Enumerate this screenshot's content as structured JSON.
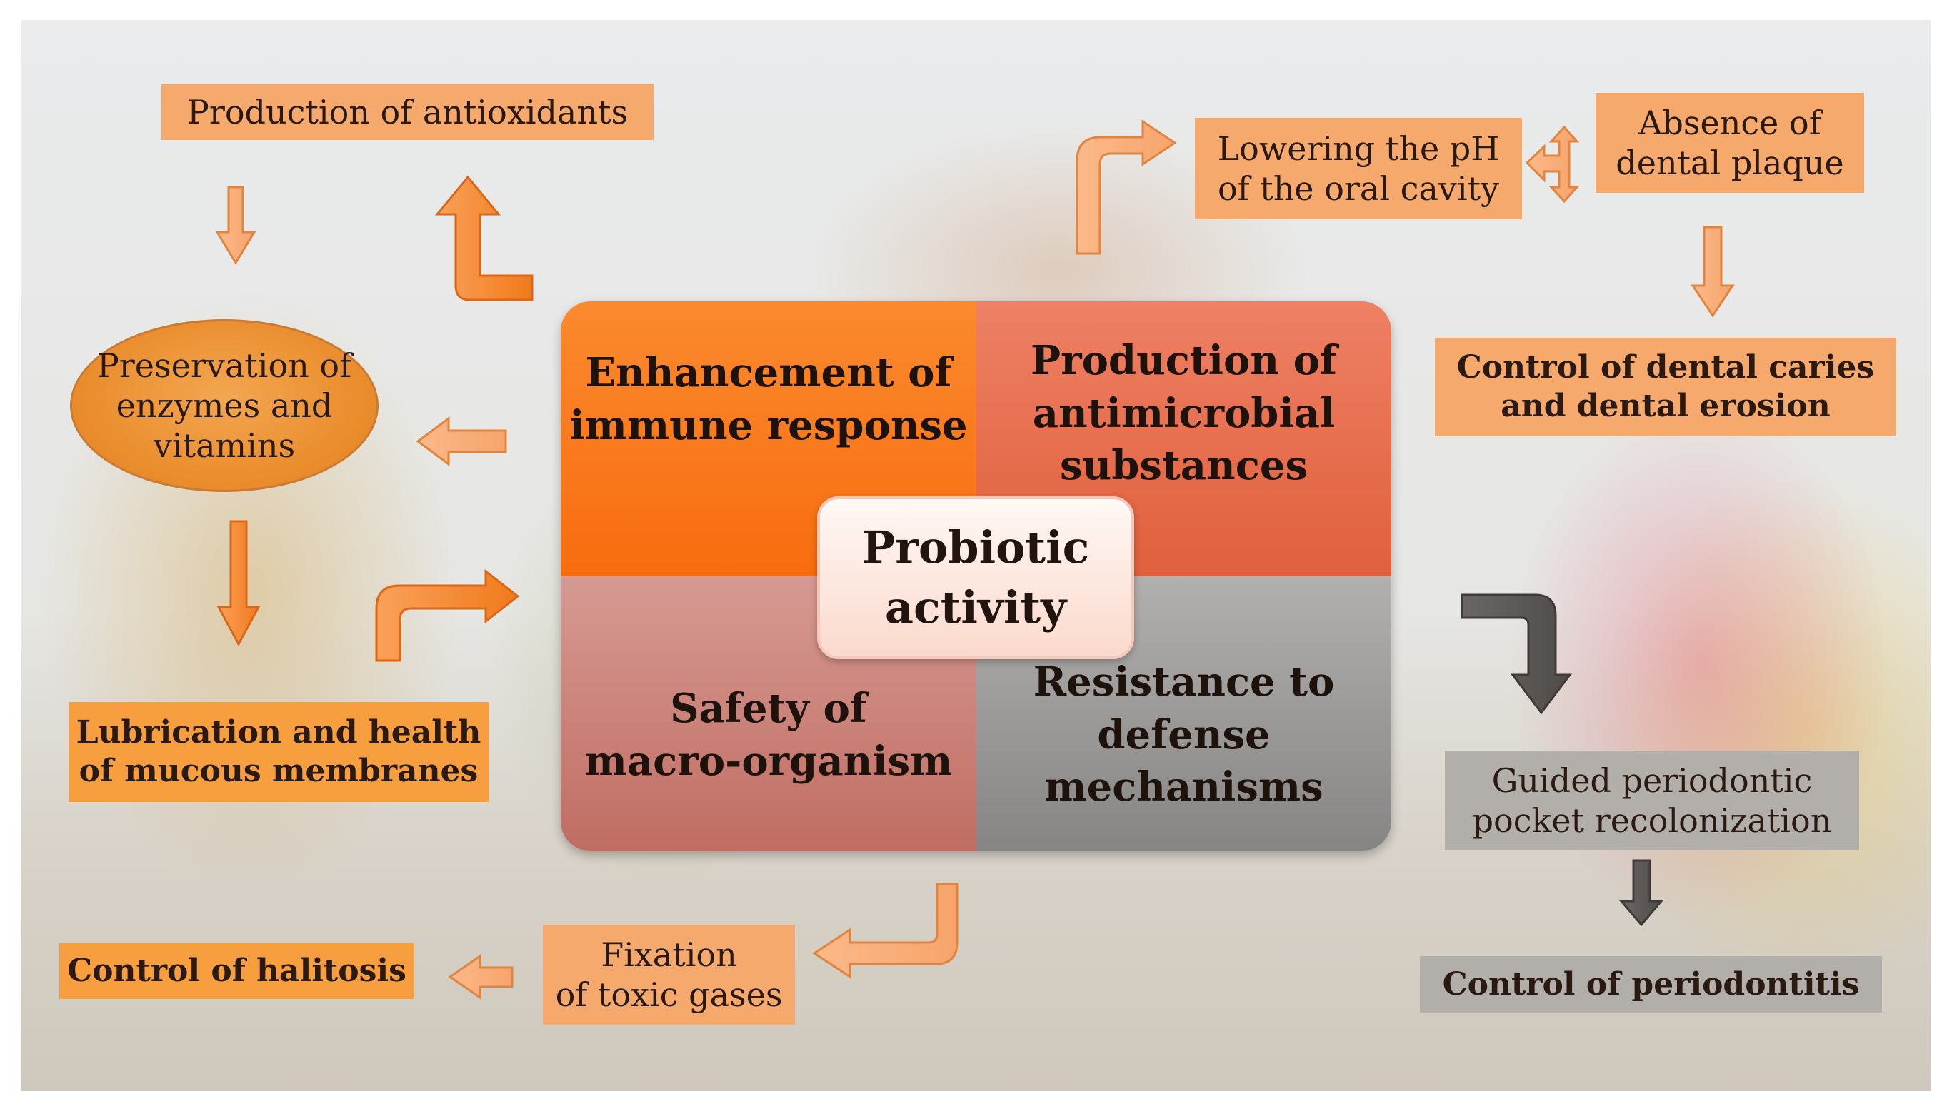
{
  "center": {
    "label": "Probiotic\nactivity"
  },
  "quadrants": {
    "top_left": "Enhancement of\nimmune response",
    "top_right": "Production of\nantimicrobial\nsubstances",
    "bottom_left": "Safety of\nmacro-organism",
    "bottom_right": "Resistance to\ndefense\nmechanisms"
  },
  "boxes": {
    "antioxidants": "Production of antioxidants",
    "enzymes": "Preservation of\nenzymes and\nvitamins",
    "lubrication": "Lubrication and health\nof mucous membranes",
    "halitosis": "Control of halitosis",
    "fixation": "Fixation\nof toxic gases",
    "lowering_ph": "Lowering the pH\nof the oral cavity",
    "plaque": "Absence of\ndental plaque",
    "caries": "Control of dental caries\nand dental erosion",
    "guided": "Guided periodontic\npocket recolonization",
    "periodontitis": "Control of periodontitis"
  },
  "colors": {
    "orange_box": "#f5a96d",
    "bright_orange_box": "#f79e3e",
    "grey_box": "#b2aeaa",
    "quad_top_left": "#fb7a1a",
    "quad_top_right": "#e5674a",
    "quad_bottom_left": "#c97e74",
    "quad_bottom_right": "#9a9896",
    "dark_arrow": "#5e5a58"
  }
}
